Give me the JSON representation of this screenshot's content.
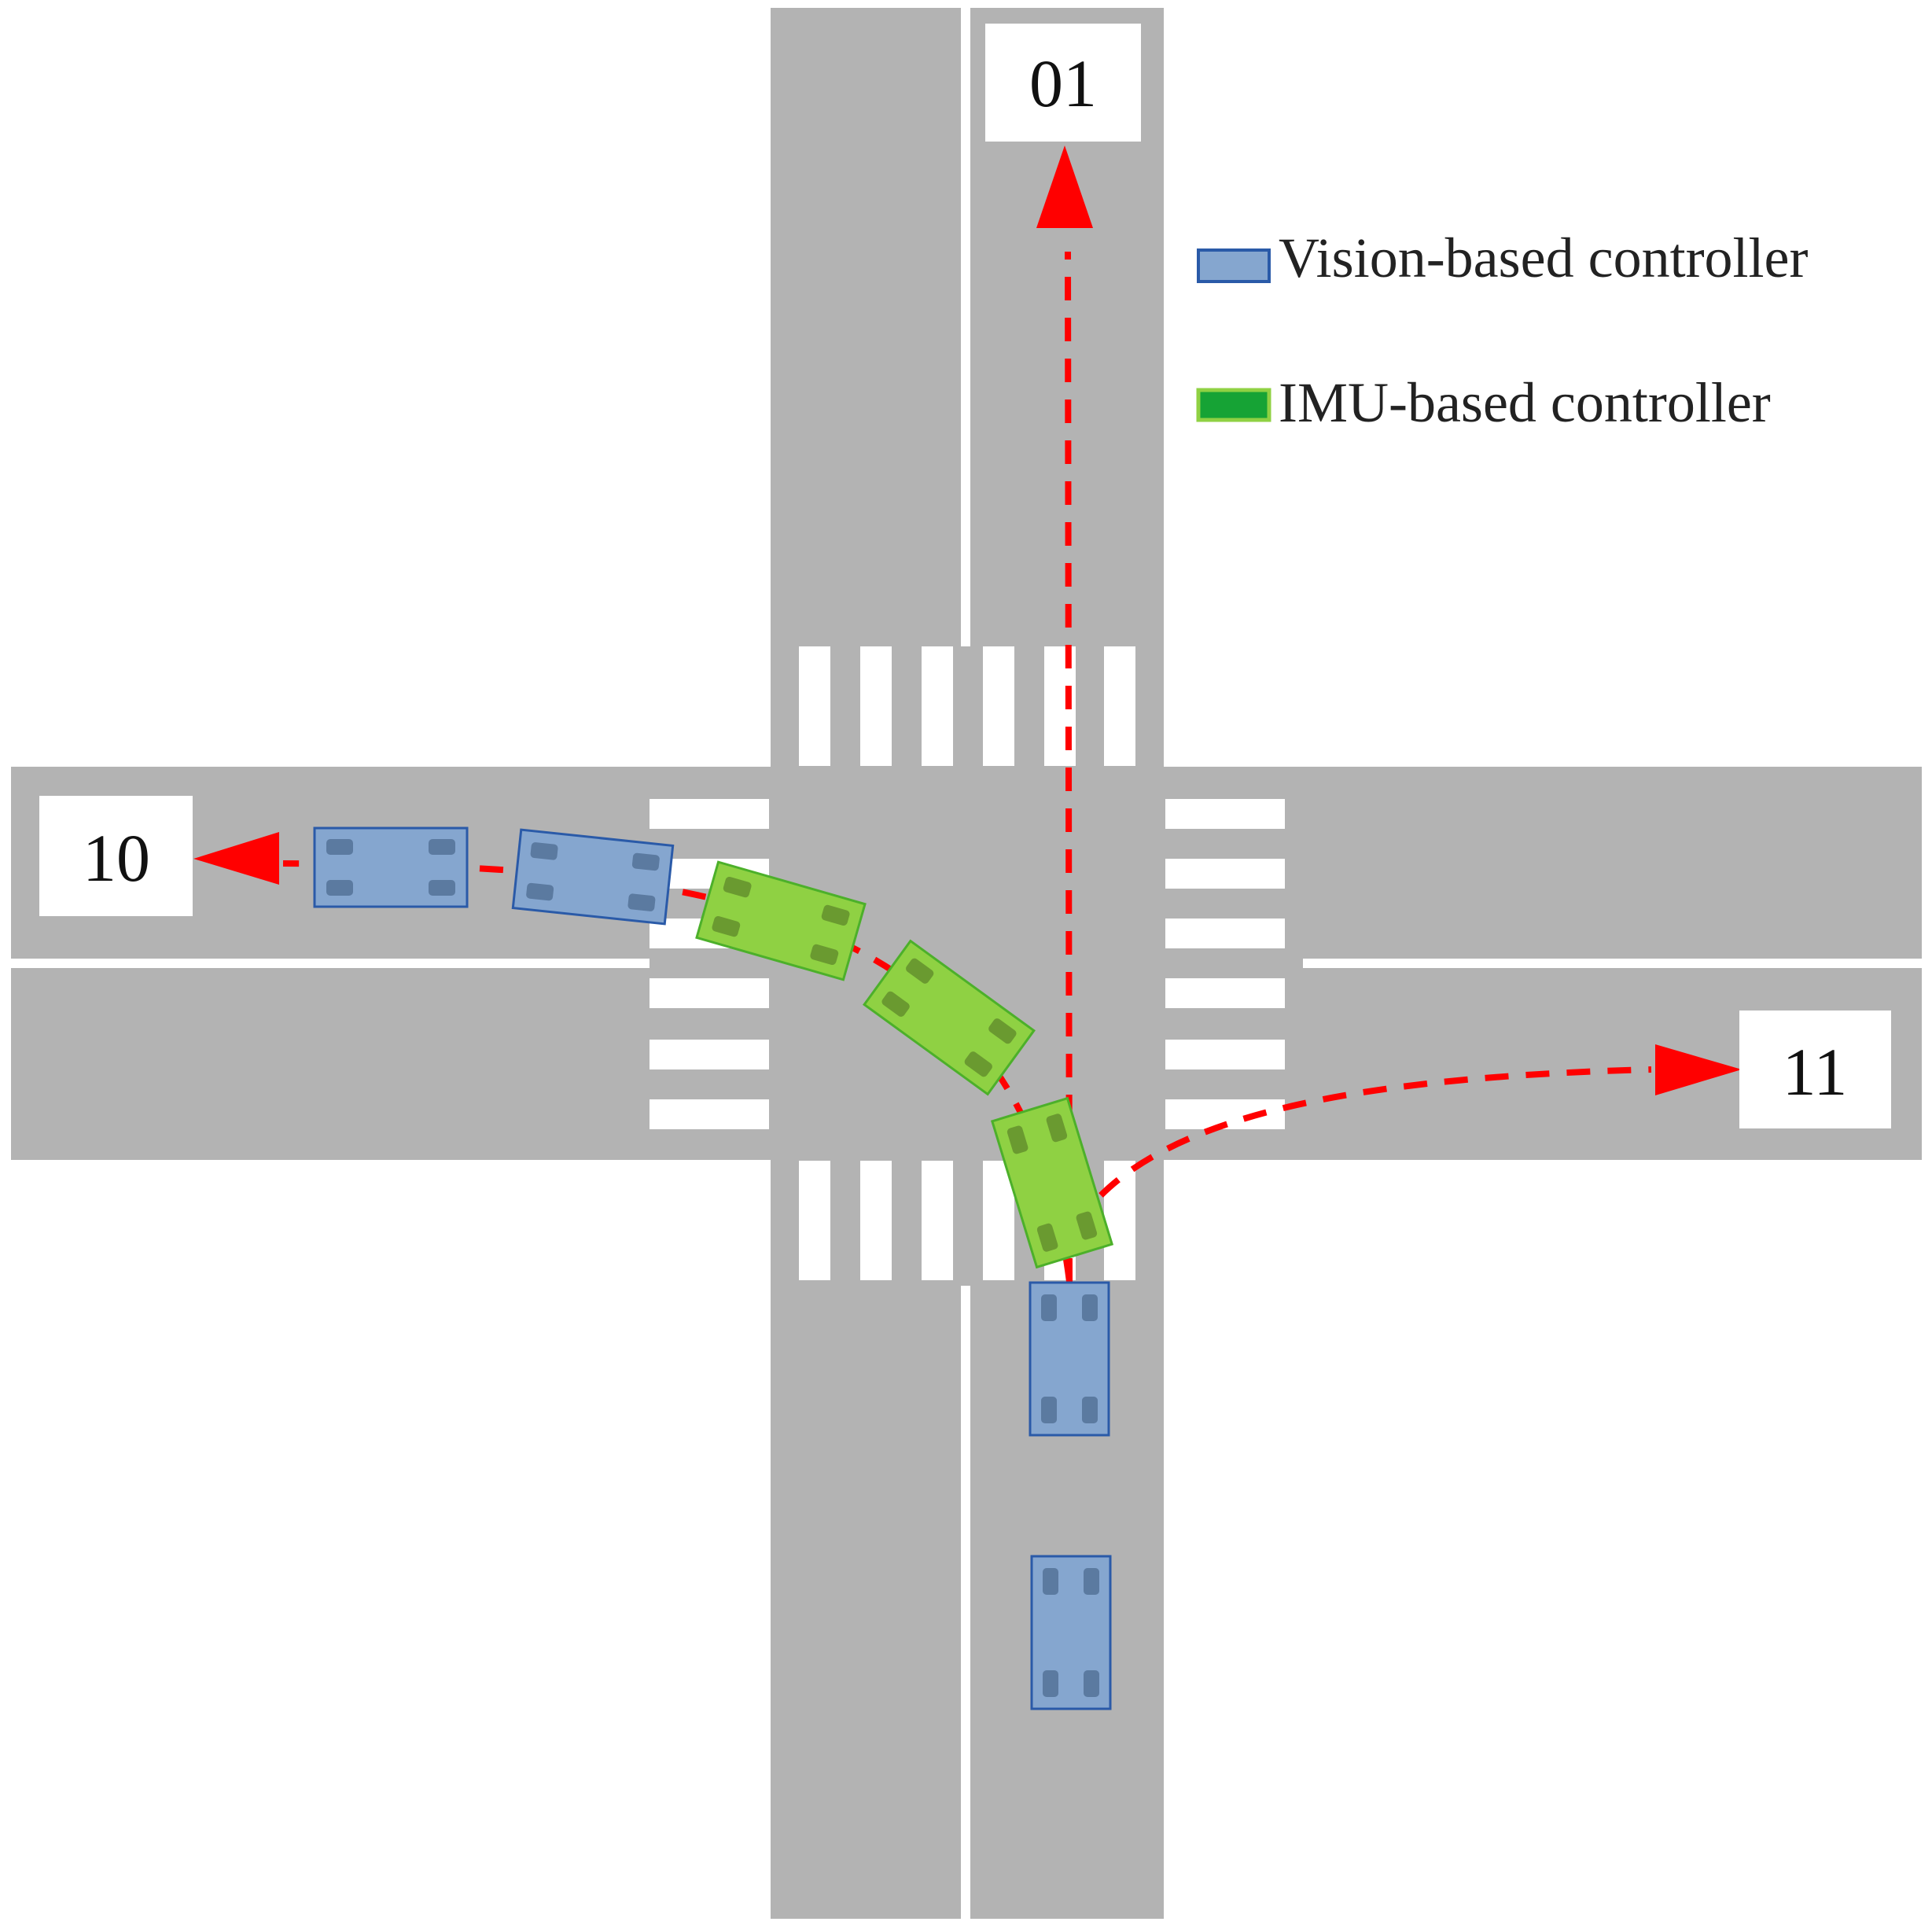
{
  "colors": {
    "road": "#b3b3b3",
    "marking": "#ffffff",
    "path": "#ff0000",
    "vision_fill": "#85a6cf",
    "vision_stroke": "#2a5aa8",
    "vision_wheel": "#5b7aa0",
    "imu_fill": "#8fd143",
    "imu_stroke": "#4cb02a",
    "imu_wheel": "#6a9a30",
    "legend_imu_fill": "#16a335"
  },
  "direction_labels": {
    "straight": "01",
    "left": "10",
    "right": "11"
  },
  "legend": {
    "vision": "Vision-based controller",
    "imu": "IMU-based controller"
  }
}
